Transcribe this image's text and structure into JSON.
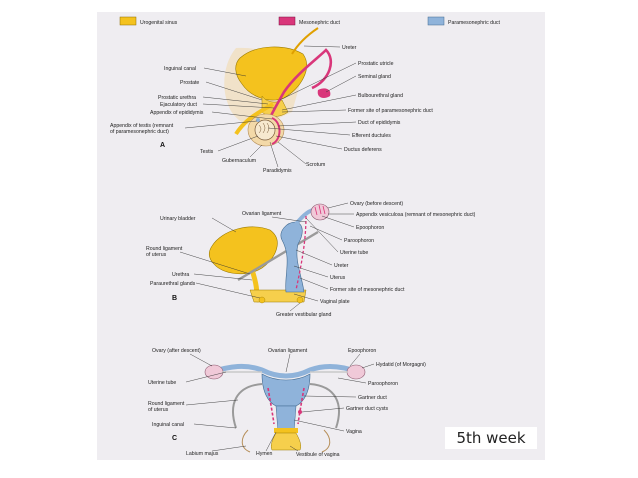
{
  "colors": {
    "urogenital": "#f4c21e",
    "mesonephric": "#d9367a",
    "paramesonephric": "#8fb3da",
    "plate_bg": "#efedf1",
    "skin": "#f3d9a8",
    "testis": "#f7e9cf"
  },
  "legend": {
    "urogenital": "Urogenital sinus",
    "mesonephric": "Mesonephric duct",
    "paramesonephric": "Paramesonephric duct"
  },
  "panel_a": {
    "letter": "A",
    "labels": {
      "inguinal_canal": "Inguinal canal",
      "prostate": "Prostate",
      "prostatic_urethra": "Prostatic urethra",
      "ejaculatory_duct": "Ejaculatory duct",
      "appendix_epididymis": "Appendix of epididymis",
      "appendix_testis_1": "Appendix of testis (remnant",
      "appendix_testis_2": "of paramesonephric duct)",
      "testis": "Testis",
      "gubernaculum": "Gubernaculum",
      "paradidymis": "Paradidymis",
      "scrotum": "Scrotum",
      "ductus_deferens": "Ductus deferens",
      "efferent_ductules": "Efferent ductules",
      "duct_epididymis": "Duct of epididymis",
      "former_site_paramesonephric": "Former site of paramesonephric duct",
      "bulbourethral": "Bulbourethral gland",
      "seminal_gland": "Seminal gland",
      "prostatic_utricle": "Prostatic utricle",
      "ureter": "Ureter"
    }
  },
  "panel_b": {
    "letter": "B",
    "labels": {
      "urinary_bladder": "Urinary bladder",
      "ovarian_ligament": "Ovarian ligament",
      "ovary_before": "Ovary (before descent)",
      "appendix_vesiculosa": "Appendix vesiculosa (remnant of mesonephric duct)",
      "epoophoron": "Epoophoron",
      "paroophoron": "Paroophoron",
      "uterine_tube": "Uterine tube",
      "ureter": "Ureter",
      "uterus": "Uterus",
      "former_site_mesonephric": "Former site of mesonephric duct",
      "vaginal_plate": "Vaginal plate",
      "greater_vestibular": "Greater vestibular gland",
      "round_ligament_1": "Round ligament",
      "round_ligament_2": "of uterus",
      "urethra": "Urethra",
      "paraurethral": "Paraurethral glands"
    }
  },
  "panel_c": {
    "letter": "C",
    "labels": {
      "ovary_after": "Ovary (after descent)",
      "ovarian_ligament": "Ovarian ligament",
      "epoophoron": "Epoophoron",
      "hydatid": "Hydatid (of Morgagni)",
      "paroophoron": "Paroophoron",
      "uterine_tube": "Uterine tube",
      "round_ligament_1": "Round ligament",
      "round_ligament_2": "of uterus",
      "gartner_duct": "Gartner duct",
      "gartner_cysts": "Gartner duct cysts",
      "inguinal_canal": "Inguinal canal",
      "vagina": "Vagina",
      "labium_majus": "Labium majus",
      "hymen": "Hymen",
      "vestibule": "Vestibule of vagina"
    }
  },
  "caption": "5th week"
}
